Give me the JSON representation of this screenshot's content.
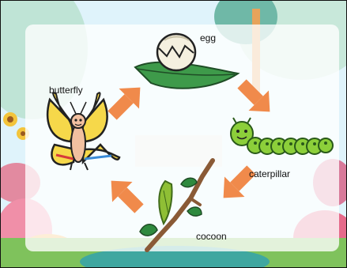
{
  "diagram": {
    "stages": [
      {
        "label": "egg"
      },
      {
        "label": "caterpillar"
      },
      {
        "label": "cocoon"
      },
      {
        "label": "butterfly"
      }
    ]
  },
  "colors": {
    "arrow": "#f08a4b",
    "sky": "#d8f1fb",
    "grass": "#a8d56c",
    "leaf": "#3e9a4a",
    "caterpillar": "#8ccf3a",
    "butterfly_wing": "#f6d84a",
    "branch": "#8a5a36",
    "chrysalis": "#8fbf35"
  }
}
